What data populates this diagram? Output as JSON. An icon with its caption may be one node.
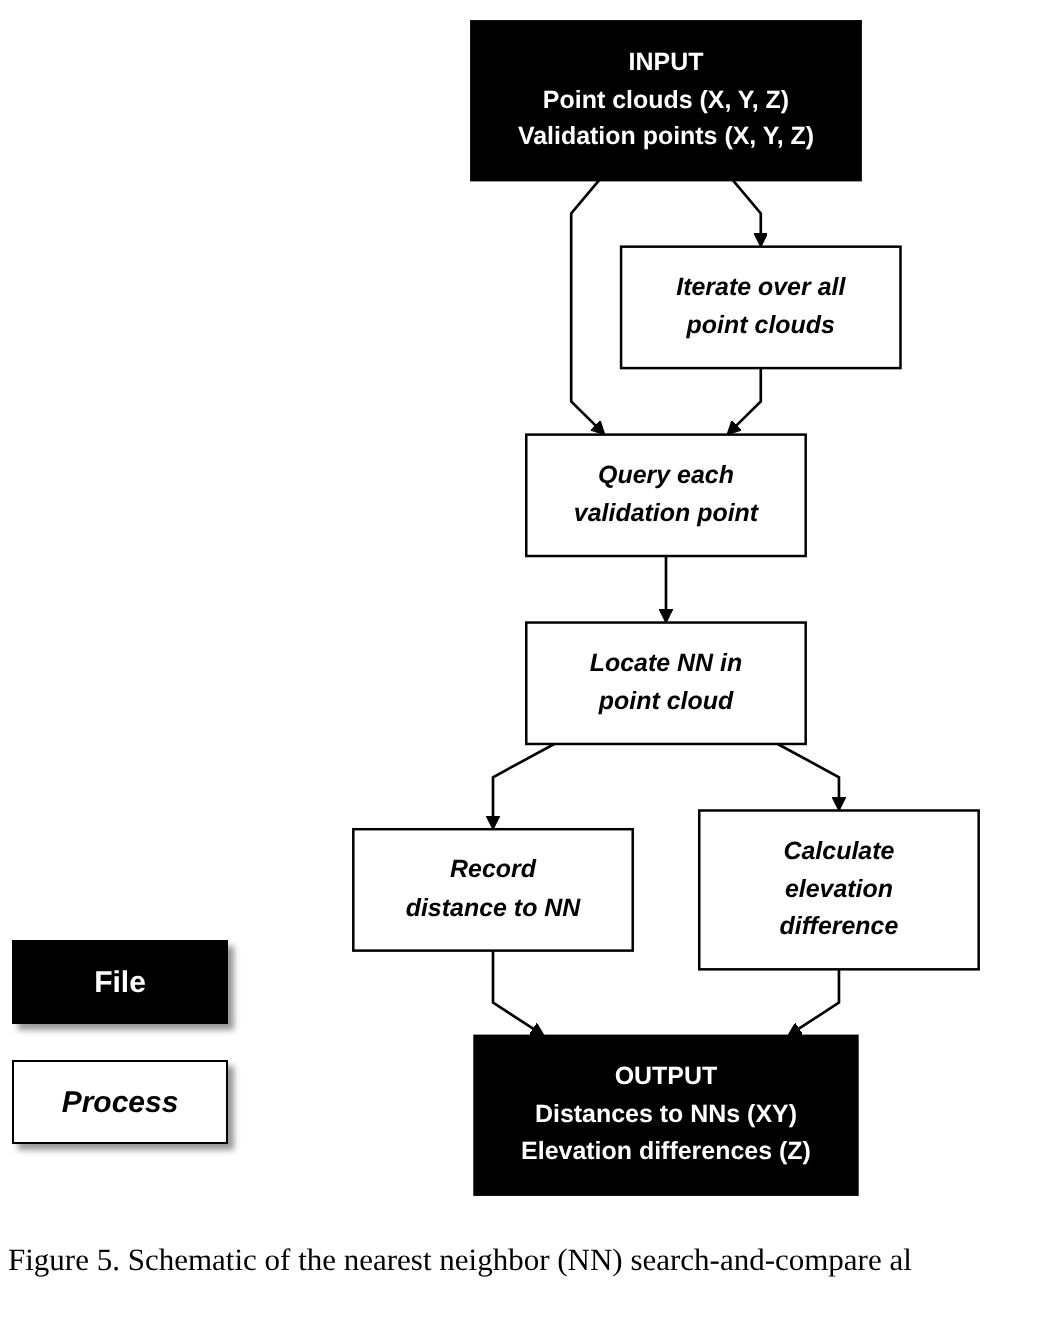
{
  "diagram": {
    "caption": "Figure 5. Schematic of the nearest neighbor (NN) search-and-compare al",
    "nodes": [
      {
        "text": [
          "INPUT",
          "Point clouds (X, Y, Z)",
          "Validation points (X, Y, Z)"
        ]
      },
      {
        "text": [
          "Iterate over all point clouds"
        ]
      },
      {
        "text": [
          "Query each validation point"
        ]
      },
      {
        "text": [
          "Locate NN in point cloud"
        ]
      },
      {
        "text": [
          "Record distance to NN"
        ]
      },
      {
        "text": [
          "Calculate elevation difference"
        ]
      },
      {
        "text": [
          "OUTPUT",
          "Distances to NNs (XY)",
          "Elevation differences (Z)"
        ]
      }
    ],
    "edges": [
      {
        "from": 0,
        "to": 1,
        "arrow": "to"
      },
      {
        "from": 0,
        "to": 2,
        "arrow": "to"
      },
      {
        "from": 1,
        "to": 2,
        "arrow": "to"
      },
      {
        "from": 2,
        "to": 3,
        "arrow": "to"
      },
      {
        "from": 3,
        "to": 4,
        "arrow": "to"
      },
      {
        "from": 3,
        "to": 5,
        "arrow": "to"
      },
      {
        "from": 4,
        "to": 6,
        "arrow": "to"
      },
      {
        "from": 5,
        "to": 6,
        "arrow": "to"
      }
    ],
    "legend": [
      {
        "text": "File",
        "color": "#000000"
      },
      {
        "text": "Process",
        "color": "#ffffff"
      }
    ]
  }
}
